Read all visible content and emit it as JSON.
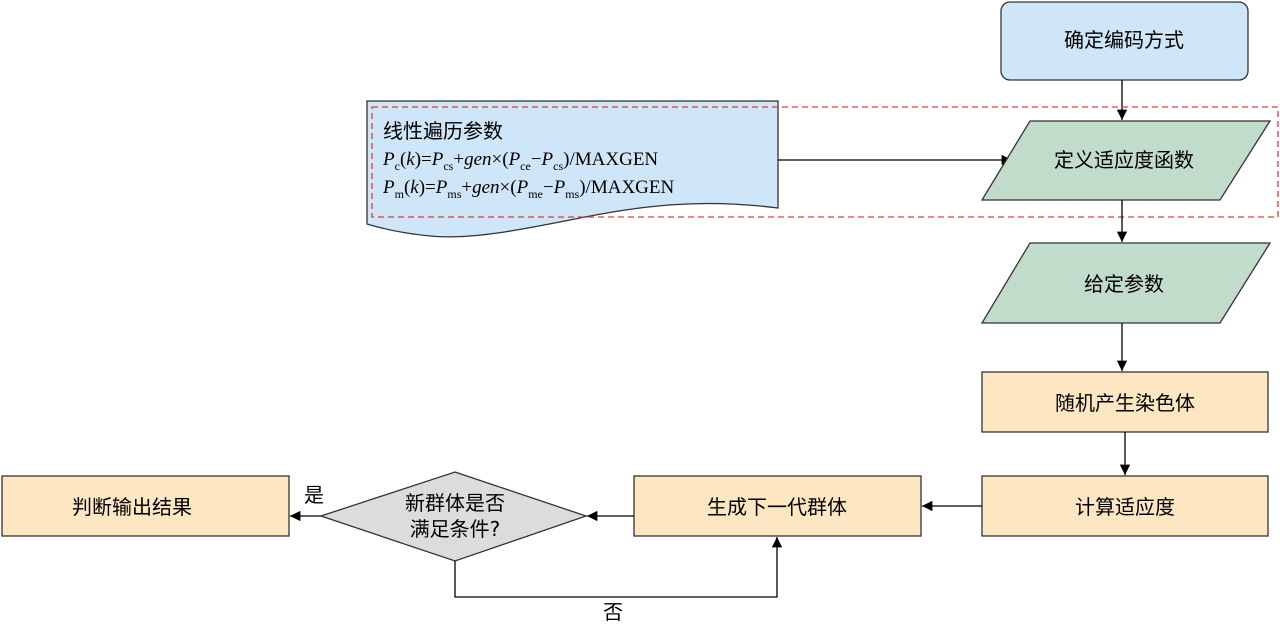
{
  "nodes": {
    "encode": "确定编码方式",
    "fitness_def": "定义适应度函数",
    "params": "给定参数",
    "random_chrom": "随机产生染色体",
    "compute_fit": "计算适应度",
    "next_gen": "生成下一代群体",
    "decision_line1": "新群体是否",
    "decision_line2": "满足条件?",
    "output": "判断输出结果"
  },
  "note": {
    "title": "线性遍历参数",
    "pc": {
      "P": "P",
      "sub_c": "c",
      "k_open": "(",
      "k": "k",
      "k_close": ")=",
      "P2": "P",
      "sub_cs": "cs",
      "plus": "+",
      "gen": "gen",
      "times": "×(",
      "P3": "P",
      "sub_ce": "ce",
      "minus": "−",
      "P4": "P",
      "sub_cs2": "cs",
      "tail": ")/MAXGEN"
    },
    "pm": {
      "P": "P",
      "sub_m": "m",
      "k_open": "(",
      "k": "k",
      "k_close": ")=",
      "P2": "P",
      "sub_ms": "ms",
      "plus": "+",
      "gen": "gen",
      "times": "×(",
      "P3": "P",
      "sub_me": "me",
      "minus": "−",
      "P4": "P",
      "sub_ms2": "ms",
      "tail": ")/MAXGEN"
    }
  },
  "edges": {
    "yes": "是",
    "no": "否"
  },
  "colors": {
    "blue_fill": "#cfe5f8",
    "green_fill": "#c2dccb",
    "orange_fill": "#fce7c2",
    "gray_fill": "#dcdcdc",
    "dash_red": "#e03c3c"
  }
}
